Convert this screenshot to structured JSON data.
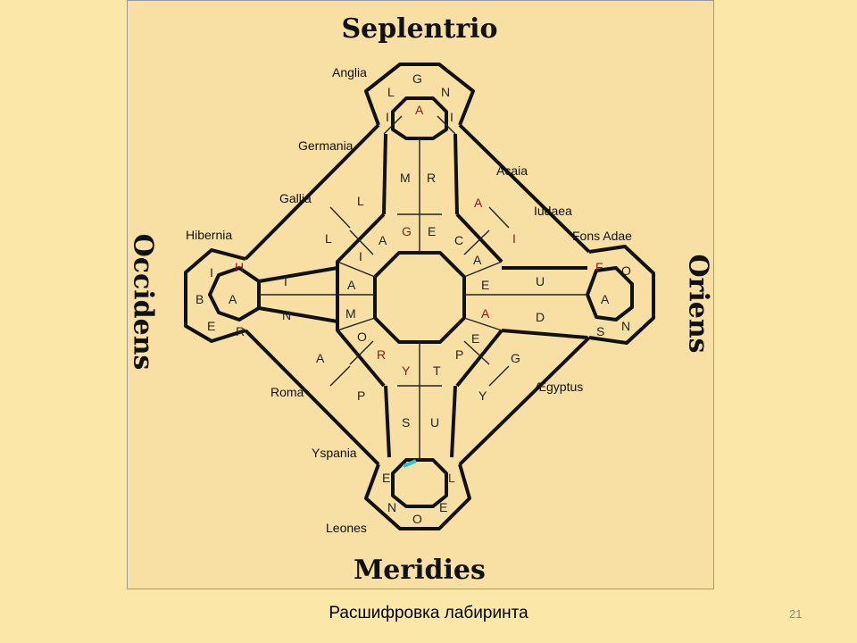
{
  "directions": {
    "north": "Seplentrio",
    "south": "Meridies",
    "west": "Occidens",
    "east": "Oriens"
  },
  "regions": {
    "anglia": "Anglia",
    "germania": "Germania",
    "gallia": "Gallia",
    "hibernia": "Hibernia",
    "acaia": "Acaia",
    "iudaea": "Iudaea",
    "fons_adae": "Fons Adae",
    "aegyptus": "Ægyptus",
    "roma": "Roma",
    "yspania": "Yspania",
    "leones": "Leones"
  },
  "maze_letters": {
    "north_pod": [
      "L",
      "G",
      "N",
      "I",
      "A",
      "I"
    ],
    "north_arm": [
      "M",
      "R",
      "G",
      "E"
    ],
    "west_pod": [
      "I",
      "H",
      "B",
      "A",
      "E",
      "R"
    ],
    "west_arm": [
      "I",
      "N",
      "L",
      "A",
      "I",
      "A",
      "M",
      "O"
    ],
    "east_pod": [
      "F",
      "O",
      "A",
      "S",
      "N"
    ],
    "east_arm": [
      "U",
      "D",
      "C",
      "A",
      "E",
      "A",
      "E"
    ],
    "south_pod": [
      "E",
      "L",
      "N",
      "O",
      "E"
    ],
    "south_arm": [
      "S",
      "U",
      "R",
      "Y",
      "T",
      "P"
    ],
    "nw_diag": [
      "L"
    ],
    "ne_diag": [
      "A",
      "I"
    ],
    "sw_diag": [
      "A",
      "P"
    ],
    "se_diag": [
      "G",
      "Y"
    ]
  },
  "caption": "Расшифровка лабиринта",
  "page_number": "21"
}
